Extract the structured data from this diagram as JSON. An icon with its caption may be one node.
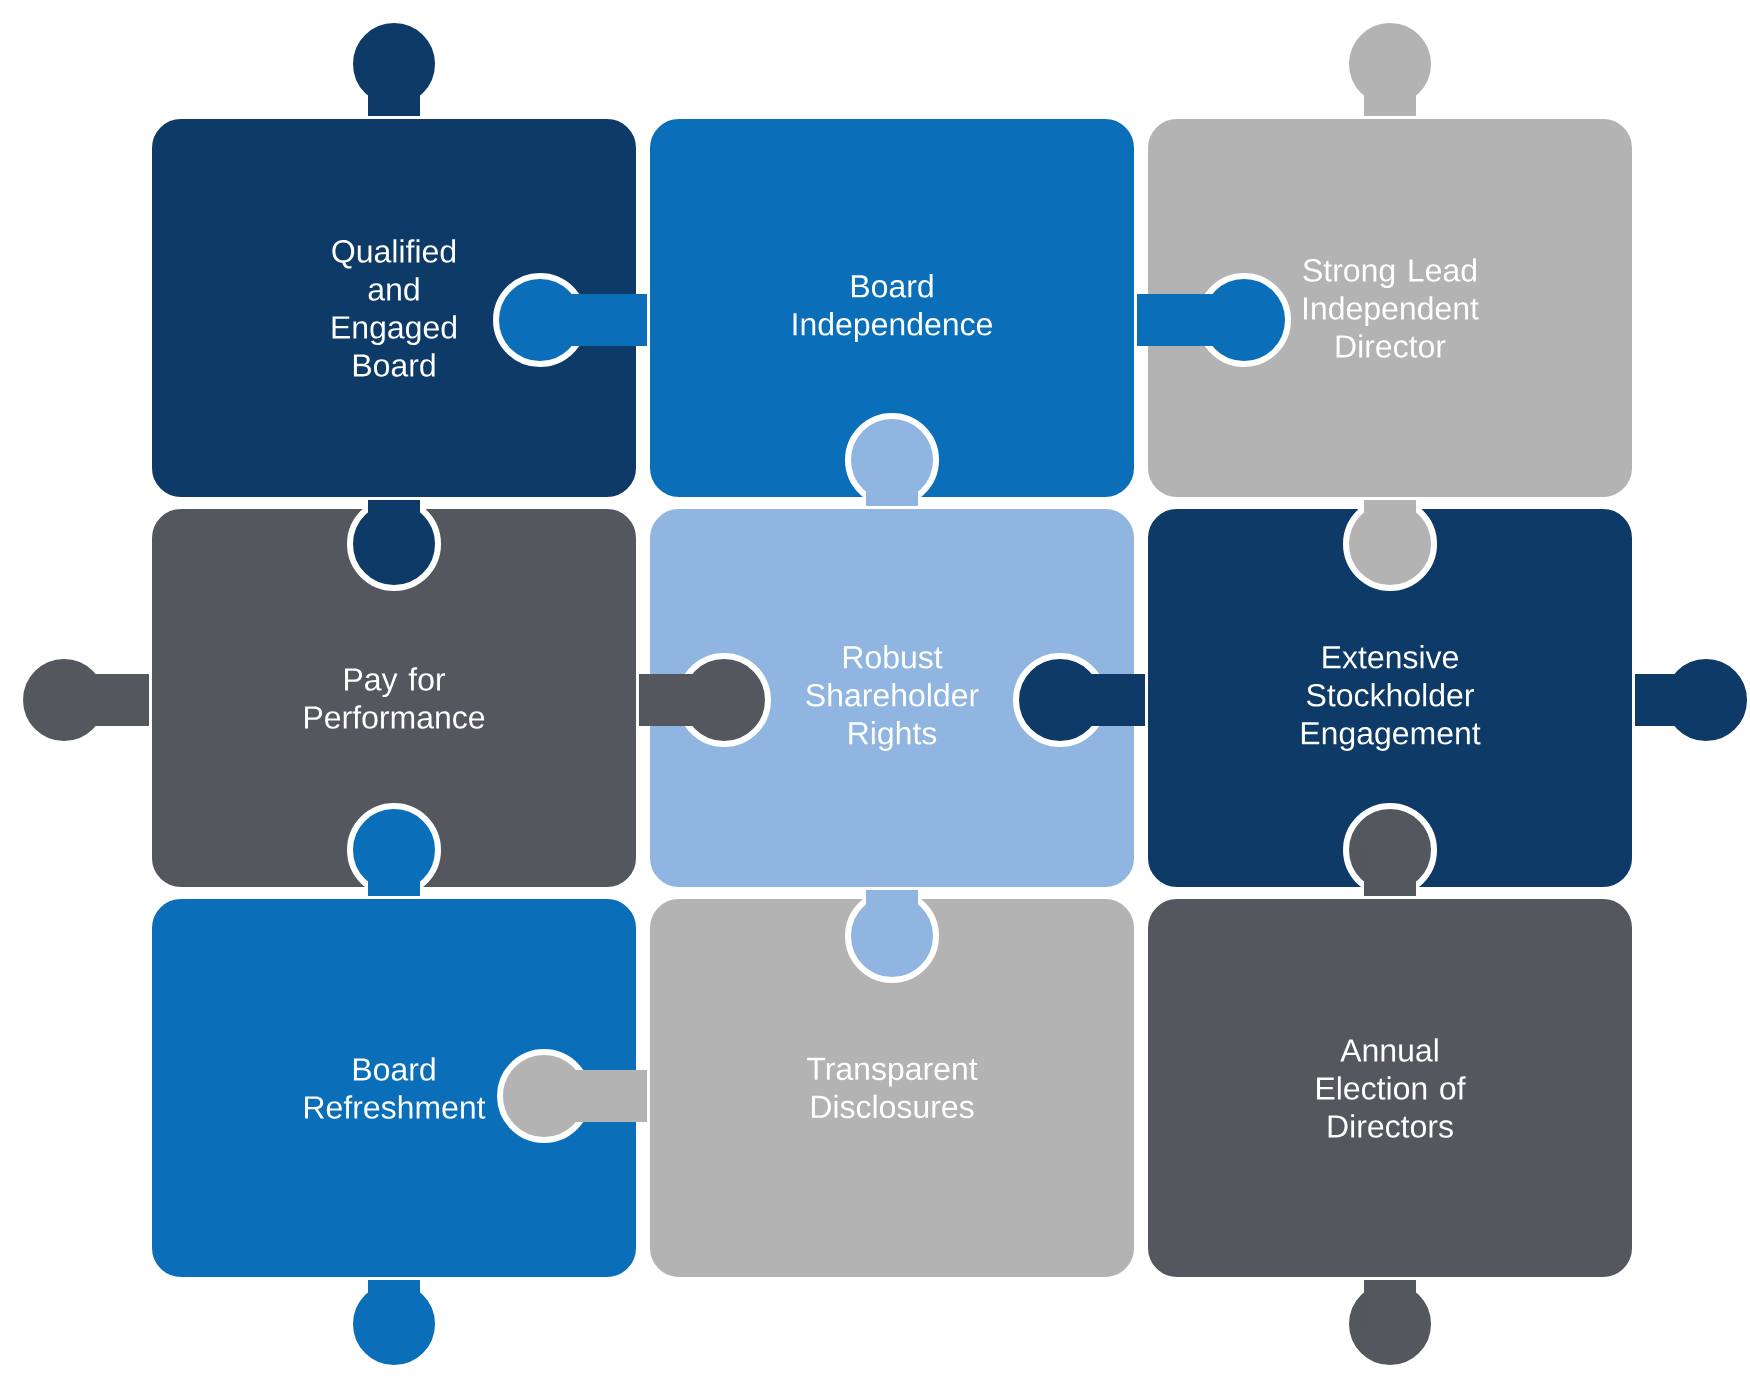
{
  "diagram": {
    "nodes": [
      {
        "text": [
          "Qualified and Engaged Board"
        ]
      },
      {
        "text": [
          "Board Independence"
        ]
      },
      {
        "text": [
          "Strong Lead Independent Director"
        ]
      },
      {
        "text": [
          "Pay for Performance"
        ]
      },
      {
        "text": [
          "Robust Shareholder Rights"
        ]
      },
      {
        "text": [
          "Extensive Stockholder Engagement"
        ]
      },
      {
        "text": [
          "Board Refreshment"
        ]
      },
      {
        "text": [
          "Transparent Disclosures"
        ]
      },
      {
        "text": [
          "Annual Election of Directors"
        ]
      }
    ]
  }
}
